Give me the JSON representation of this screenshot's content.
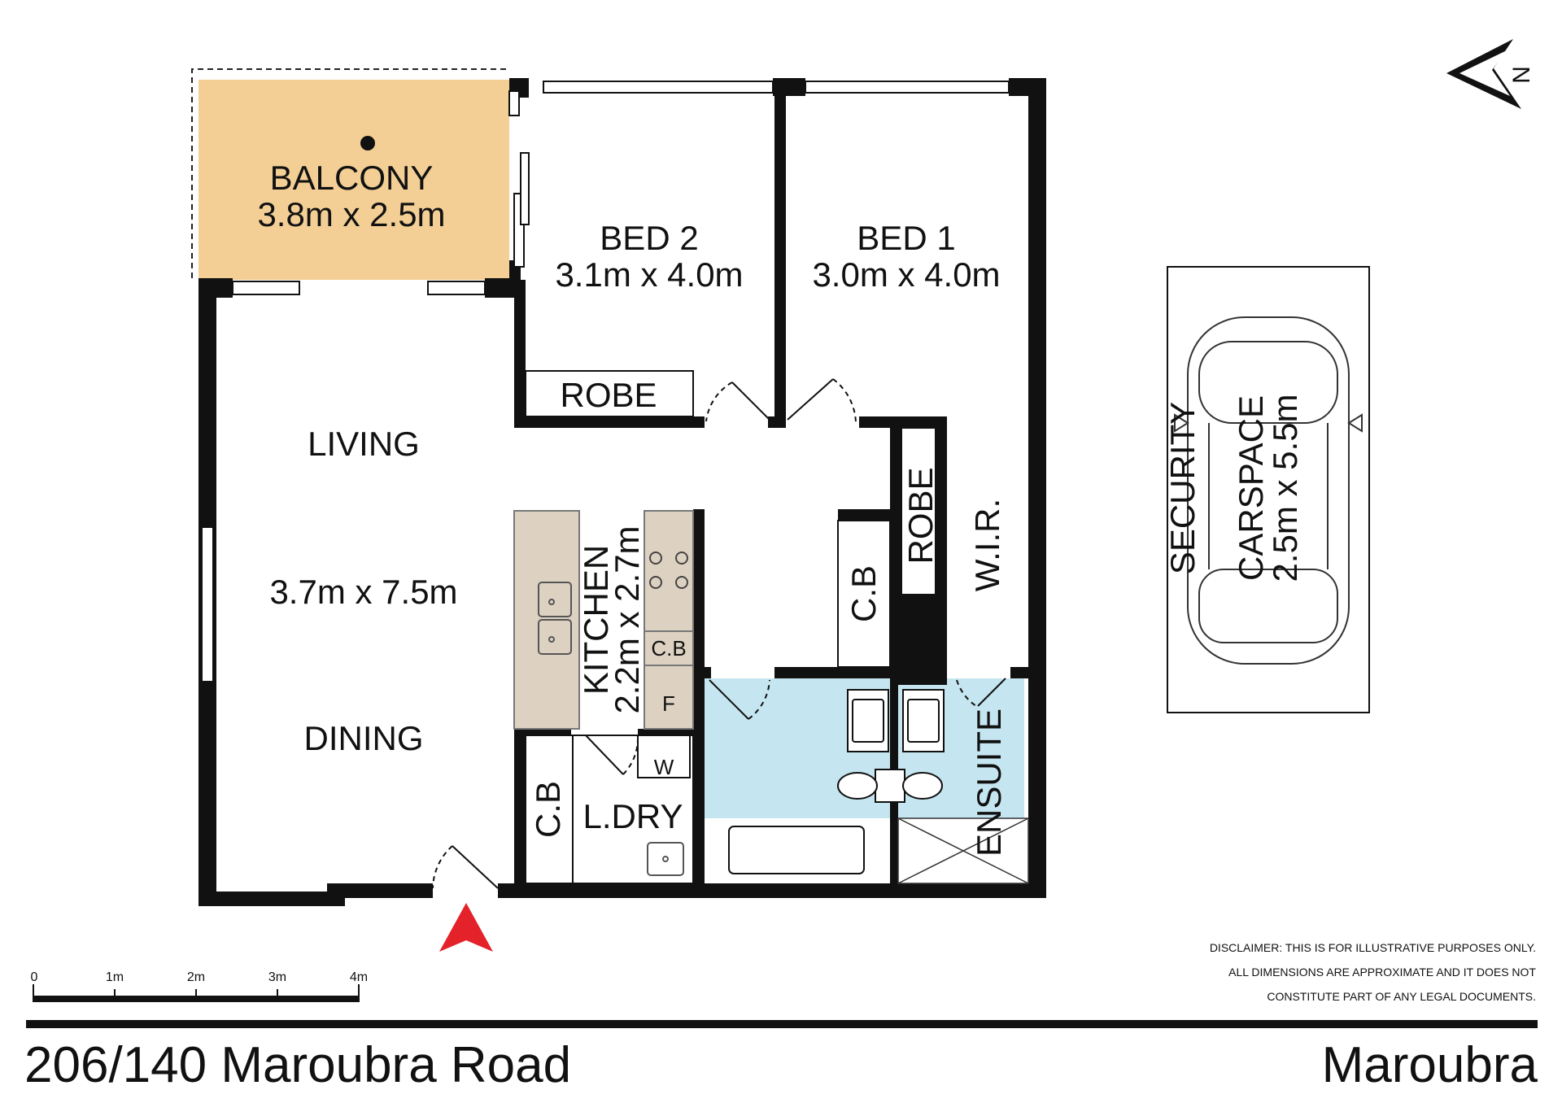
{
  "rooms": {
    "balcony": {
      "name": "BALCONY",
      "size": "3.8m x 2.5m"
    },
    "bed2": {
      "name": "BED 2",
      "size": "3.1m x 4.0m"
    },
    "bed1": {
      "name": "BED 1",
      "size": "3.0m x 4.0m"
    },
    "living": {
      "name": "LIVING",
      "size": "3.7m x 7.5m",
      "name2": "DINING"
    },
    "kitchen": {
      "name": "KITCHEN",
      "size": "2.2m x 2.7m"
    },
    "robe_bed2": "ROBE",
    "robe_bed1": "ROBE",
    "wir": "W.I.R.",
    "cb_hall": "C.B",
    "cb_kitchen": "C.B",
    "fridge": "F",
    "washer": "W",
    "cb_laundry": "C.B",
    "laundry": "L.DRY",
    "ensuite": "ENSUITE",
    "security": "SECURITY",
    "carspace": {
      "name": "CARSPACE",
      "size": "2.5m x 5.5m"
    }
  },
  "compass": {
    "label": "N"
  },
  "scale": {
    "ticks": [
      "0",
      "1m",
      "2m",
      "3m",
      "4m"
    ]
  },
  "disclaimer": [
    "DISCLAIMER: THIS IS FOR ILLUSTRATIVE PURPOSES ONLY.",
    "ALL DIMENSIONS ARE APPROXIMATE AND IT DOES NOT",
    "CONSTITUTE PART OF ANY LEGAL DOCUMENTS."
  ],
  "footer": {
    "address": "206/140 Maroubra Road",
    "suburb": "Maroubra"
  },
  "colors": {
    "wall": "#111111",
    "balcony_fill": "#f3cf95",
    "wet_fill": "#c5e6f0",
    "bench_fill": "#ddd2c2",
    "entry_arrow": "#e3222a"
  }
}
